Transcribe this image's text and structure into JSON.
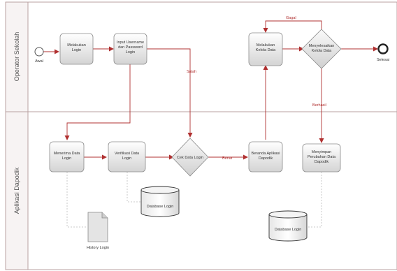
{
  "lanes": {
    "top": "Operator Sekolah",
    "bottom": "Aplikasi Dapodik"
  },
  "events": {
    "start": "Awal",
    "end": "Selesai"
  },
  "tasks": {
    "t1": [
      "Melakukan",
      "Login"
    ],
    "t2": [
      "Input Username",
      "dan Password",
      "Login"
    ],
    "t3": [
      "Melakukan",
      "Kelola Data"
    ],
    "t4": [
      "Menerima Data",
      "Login"
    ],
    "t5": [
      "Verifikasi Data",
      "Login"
    ],
    "t6": [
      "Beranda Aplikasi",
      "Dapodik"
    ],
    "t7": [
      "Menyimpan",
      "Perubahan Data",
      "Dapodik"
    ]
  },
  "gateways": {
    "g1": [
      "Menyelesaikan",
      "Kelola Data"
    ],
    "g2": [
      "Cek Data Login"
    ]
  },
  "flow_labels": {
    "salah": "Salah",
    "gagal": "Gagal",
    "benar": "Benar",
    "berhasil": "Berhasil"
  },
  "artifacts": {
    "history": "History Login",
    "db1": "Database Login",
    "db2": "Database Login"
  },
  "colors": {
    "flow": "#b03030",
    "border": "#8a8a8a",
    "task_top": "#ffffff",
    "task_bottom": "#d8d8d8"
  }
}
